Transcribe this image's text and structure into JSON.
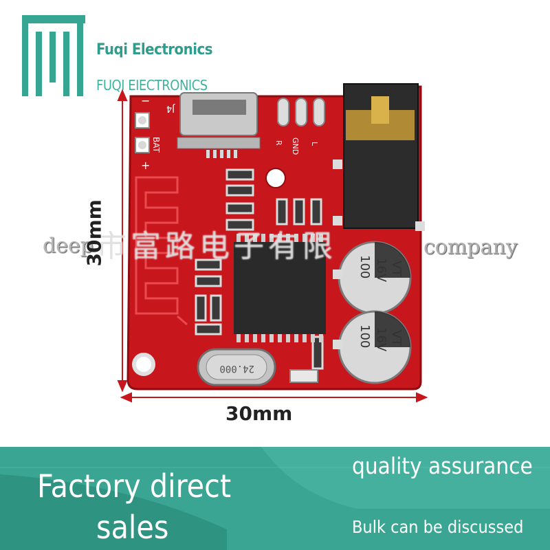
{
  "brand": {
    "name": "Fuqi Electronics",
    "name_upper": "FUQI EIECTRONICS",
    "logo_icon": "fuqi-logo-icon",
    "accent_color": "#2f9d8b"
  },
  "watermark": {
    "left": "deep",
    "right": "company",
    "chinese": "市富路电子有限"
  },
  "dimensions": {
    "vertical_label": "30mm",
    "horizontal_label": "30mm"
  },
  "board": {
    "crystal_label": "24.000",
    "capacitor_top_label": [
      "VT",
      "16V",
      "100"
    ],
    "capacitor_bottom_label": [
      "VT",
      "16V",
      "100"
    ],
    "silk_j4": "J4",
    "silk_bat": "BAT",
    "silk_minus": "−",
    "silk_plus": "+",
    "silk_r": "R",
    "silk_gnd": "GND",
    "silk_l": "L",
    "pcb_color": "#c8161d"
  },
  "banner": {
    "factory_line1": "Factory direct",
    "factory_line2": "sales",
    "quality": "quality assurance",
    "bulk": "Bulk can be discussed",
    "color": "#3aa593"
  }
}
